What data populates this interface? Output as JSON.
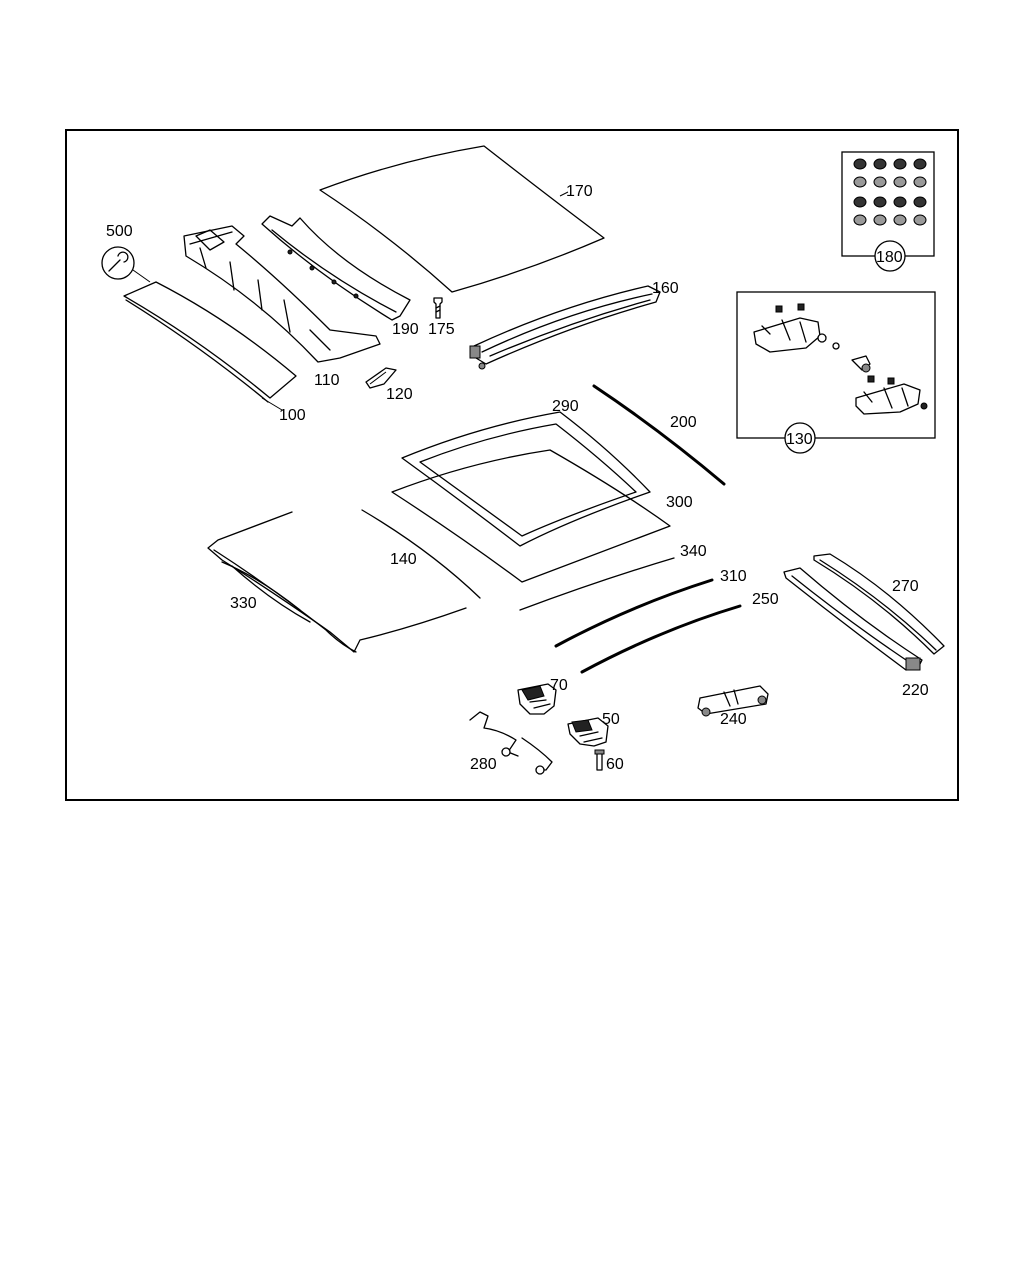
{
  "labels": {
    "p500": "500",
    "p100": "100",
    "p110": "110",
    "p120": "120",
    "p190": "190",
    "p175": "175",
    "p170": "170",
    "p160": "160",
    "p180": "180",
    "p130": "130",
    "p290": "290",
    "p200": "200",
    "p300": "300",
    "p340": "340",
    "p310": "310",
    "p250": "250",
    "p270": "270",
    "p220": "220",
    "p140": "140",
    "p330": "330",
    "p70": "70",
    "p50": "50",
    "p60": "60",
    "p240": "240",
    "p280": "280"
  }
}
